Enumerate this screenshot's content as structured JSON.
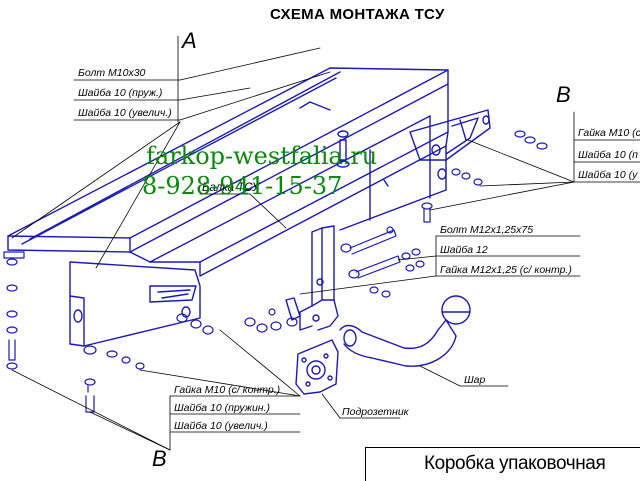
{
  "title": "СХЕМА МОНТАЖА ТСУ",
  "section_markers": {
    "a": "A",
    "b_right": "B",
    "b_bottom": "B"
  },
  "watermark": {
    "site": "farkop-westfalia.ru",
    "phone": "8-928-941-15-37"
  },
  "callouts": {
    "group_a": [
      "Болт М10х30",
      "Шайба 10 (пруж.)",
      "Шайба 10 (увелич.)"
    ],
    "group_b_right": [
      "Гайка М10 (с",
      "Шайба 10 (п",
      "Шайба 10 (у"
    ],
    "group_center": [
      "Болт М12х1,25х75",
      "Шайба 12",
      "Гайка М12х1,25 (с/ контр.)"
    ],
    "group_b_bottom": [
      "Гайка М10 (с/ контр.)",
      "Шайба 10 (пружин.)",
      "Шайба 10 (увелич.)"
    ]
  },
  "part_labels": {
    "beam": "Балка ТСУ",
    "ball": "Шар",
    "socket_plate": "Подрозетник"
  },
  "box_label": "Коробка упаковочная",
  "colors": {
    "drawing": "#1a1ab4",
    "watermark": "#0a8a0a",
    "text": "#000000"
  }
}
